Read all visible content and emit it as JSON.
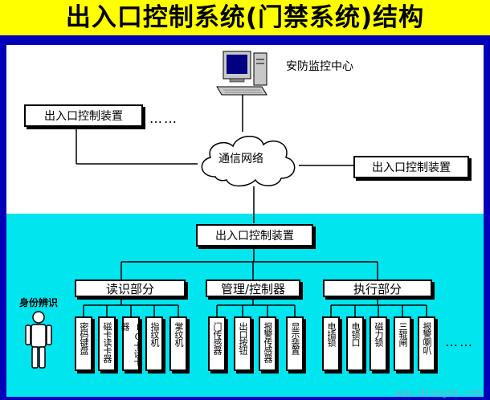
{
  "title": "出入口控制系统(门禁系统)结构",
  "center_label": "安防监控中心",
  "network_label": "通信网络",
  "device_top_left": "出入口控制装置",
  "device_right": "出入口控制装置",
  "device_main": "出入口控制装置",
  "ellipsis_top": "……",
  "ellipsis_bottom": "……",
  "identity_label": "身份辨识",
  "groups": [
    {
      "label": "读识部分",
      "items": [
        "密码键盘",
        "磁卡读卡器",
        "IC卡读卡器",
        "指纹机",
        "掌纹机"
      ]
    },
    {
      "label": "管理/控制器",
      "items": [
        "门传感器",
        "出口按钮",
        "报警传感器",
        "显示装置"
      ]
    },
    {
      "label": "执行部分",
      "items": [
        "电插锁",
        "电锁口",
        "磁力锁",
        "三辊闸",
        "报警喇叭"
      ]
    }
  ],
  "watermark": "www.diangon.com",
  "colors": {
    "title_bg": "#ffff00",
    "frame": "#0000b8",
    "bottom_bg": "#00e5ee"
  }
}
